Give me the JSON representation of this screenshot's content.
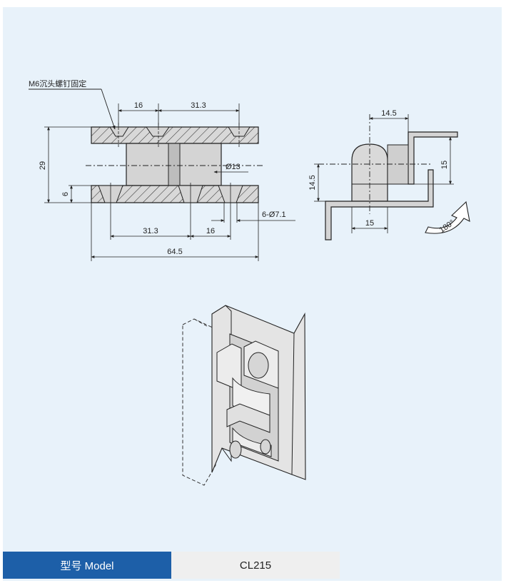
{
  "callout": "M6沉头螺钉固定",
  "dims": {
    "top_left": "16",
    "top_right": "31.3",
    "height_total": "29",
    "height_plate": "6",
    "pin_dia": "Ø13",
    "holes": "6-Ø7.1",
    "bottom_left": "31.3",
    "bottom_mid": "16",
    "overall_width": "64.5",
    "side_top": "14.5",
    "side_right": "15",
    "side_left": "14.5",
    "side_bottom": "15",
    "rotation": "180°"
  },
  "model": {
    "label": "型号 Model",
    "value": "CL215"
  },
  "colors": {
    "panel": "#e8f2fa",
    "model_label_bg": "#1d5fa8",
    "model_value_bg": "#efefef",
    "part_fill": "#d4d4d4"
  }
}
